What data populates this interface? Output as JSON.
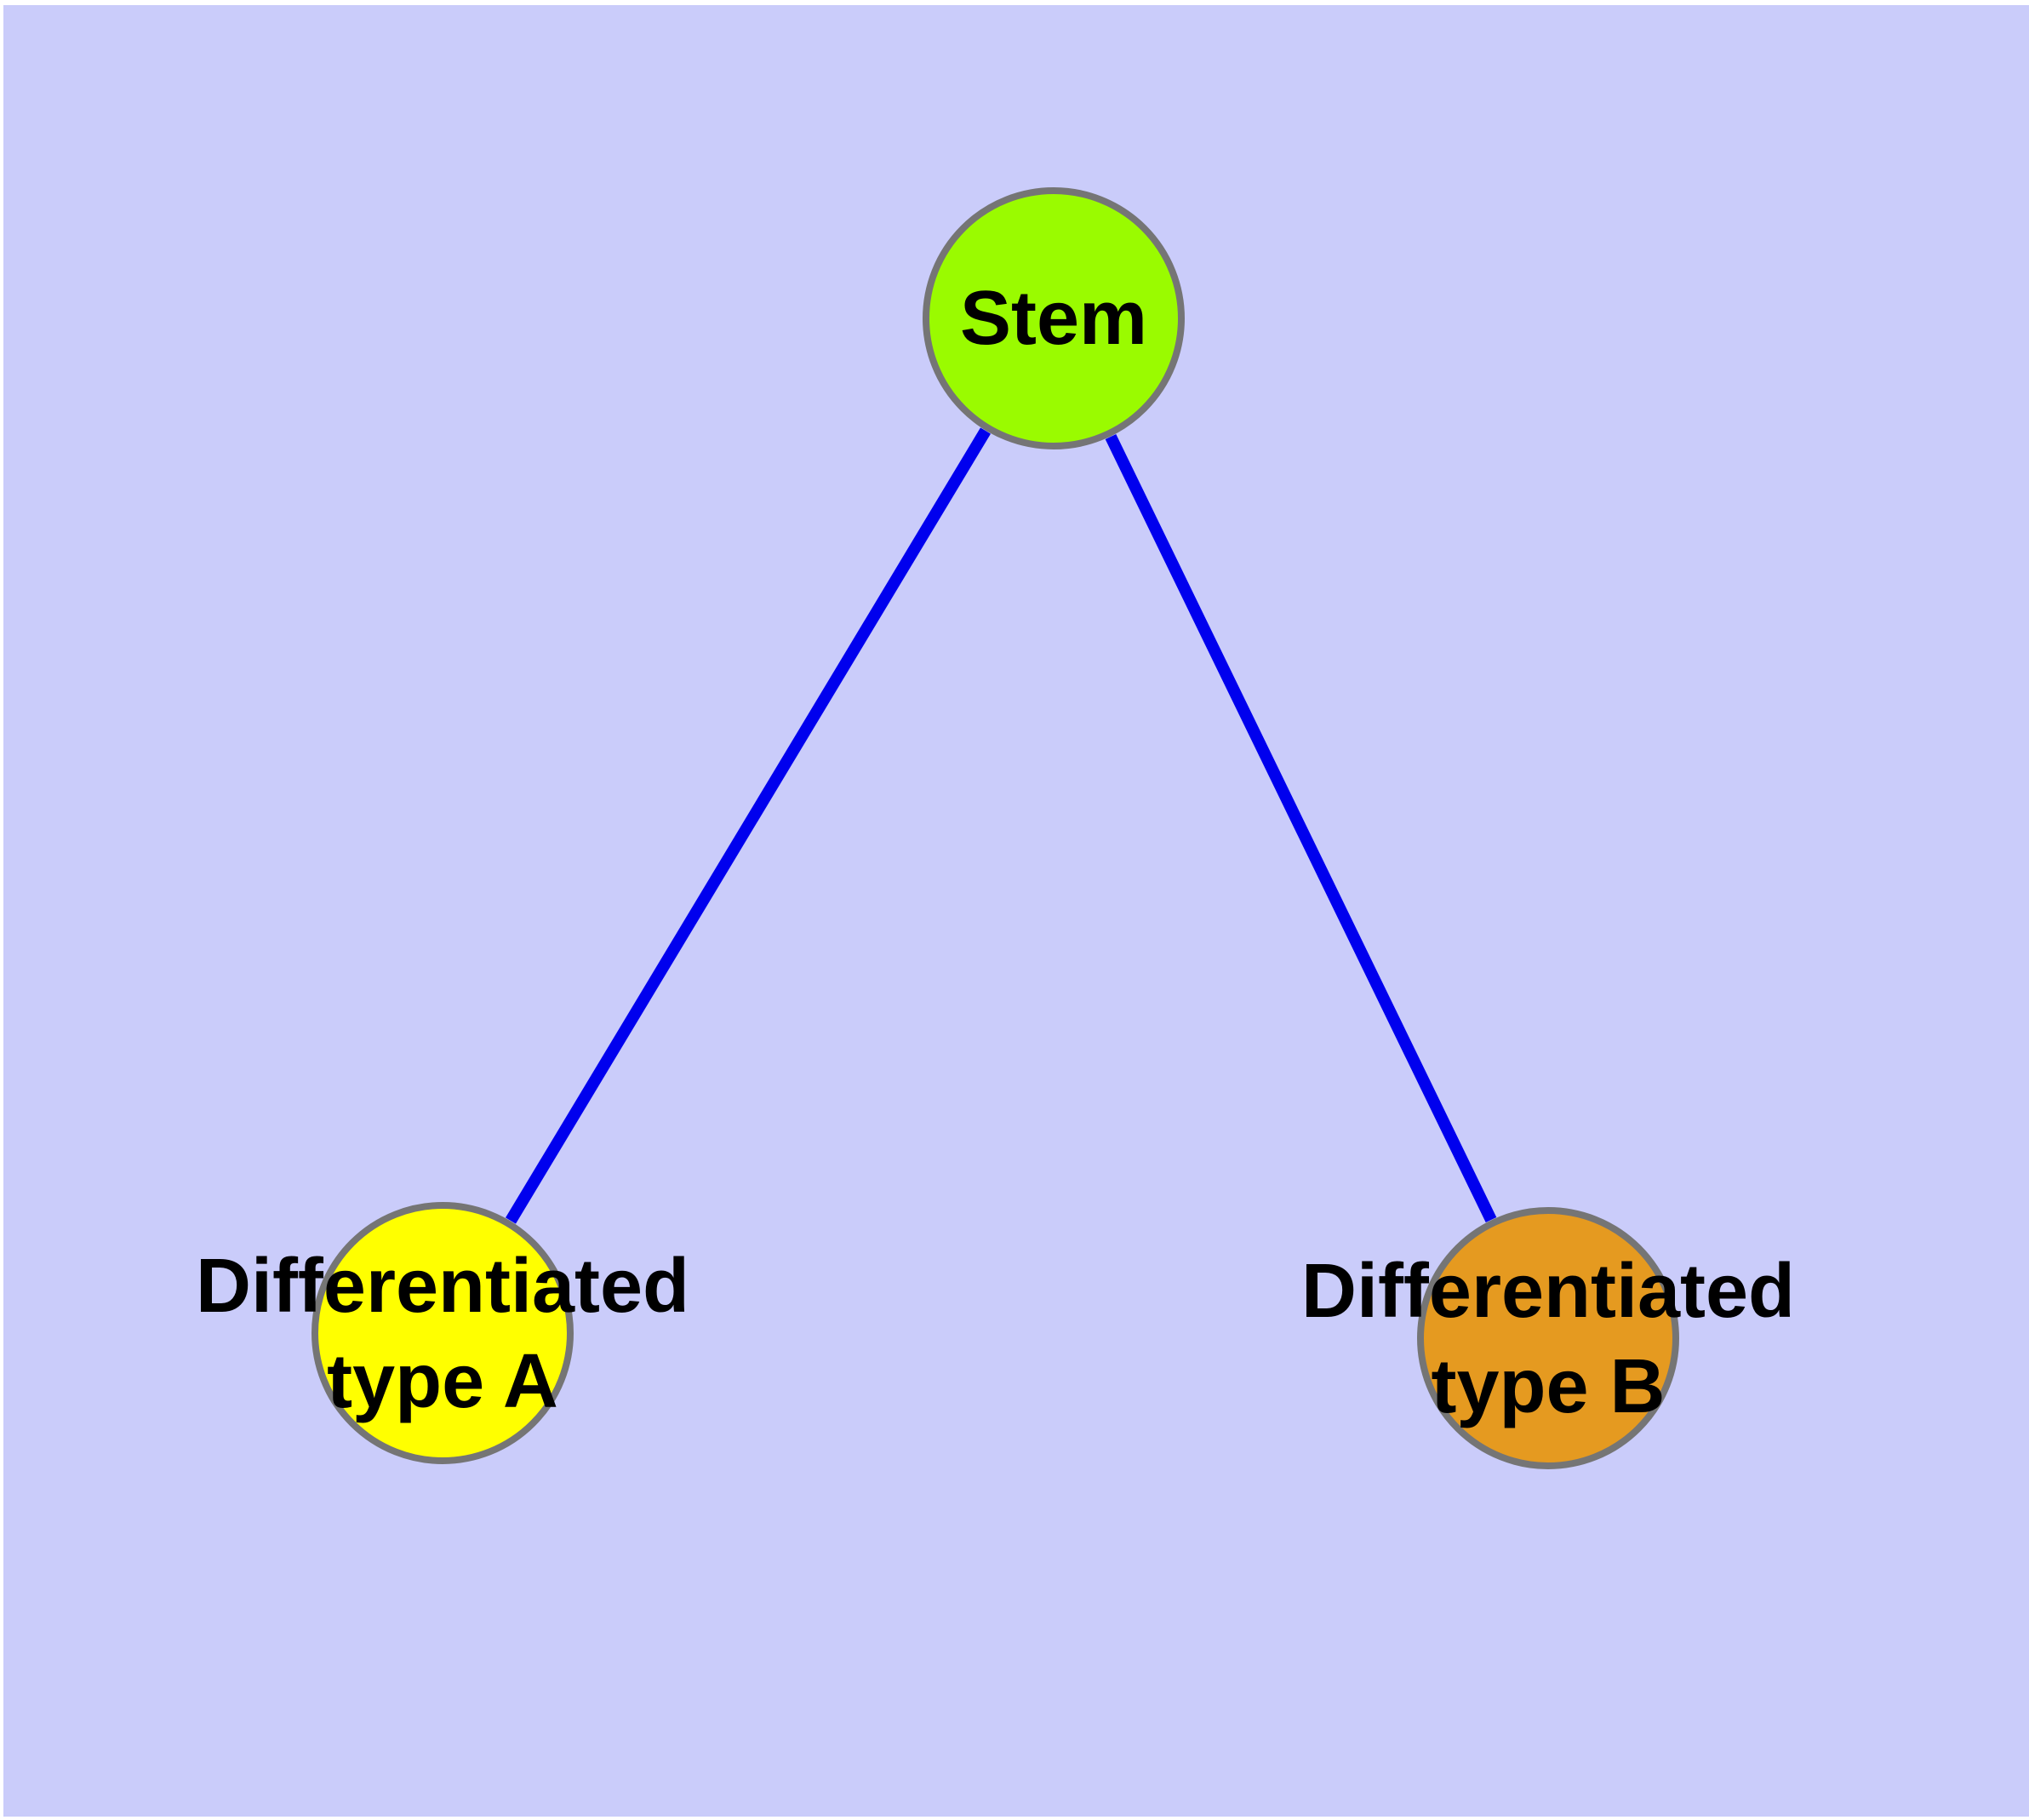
{
  "diagram": {
    "title": "cell differentiation graph",
    "background_color": "#CACCFA",
    "page_border_color": "#FFFFFF",
    "edge_color": "#0000EE",
    "node_border_color": "#757575",
    "label_color": "#000000",
    "nodes": {
      "stem": {
        "label": "Stem",
        "color": "#9AFB00"
      },
      "type_a": {
        "lines": [
          "Differentiated",
          "type A"
        ],
        "color": "#FFFF00"
      },
      "type_b": {
        "lines": [
          "Differentiated",
          "type B"
        ],
        "color": "#E59A20"
      }
    },
    "edges": [
      {
        "from": "stem",
        "to": "type_a"
      },
      {
        "from": "stem",
        "to": "type_b"
      }
    ]
  }
}
